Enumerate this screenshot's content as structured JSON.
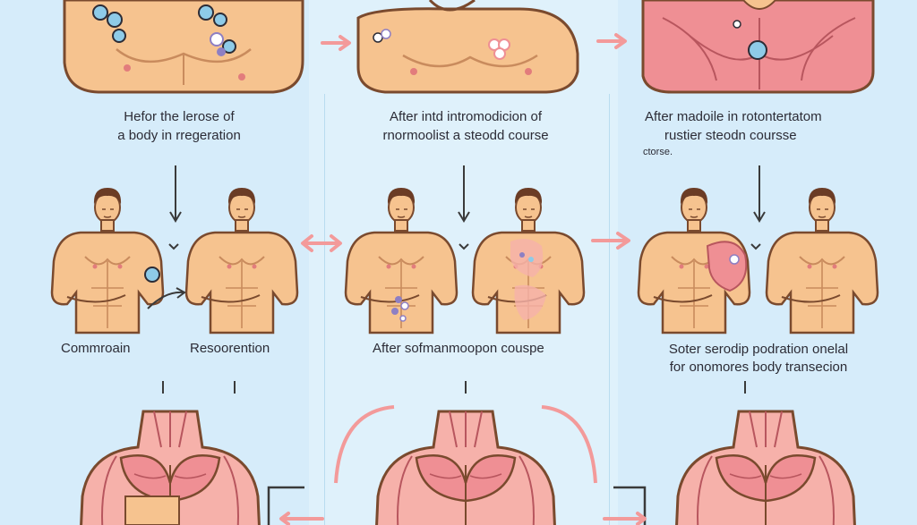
{
  "diagram": {
    "captions": {
      "top_1": [
        "Hefor the lerose of",
        "a body in rregeration"
      ],
      "top_2": [
        "After intd intromodicion of",
        "rnormoolist a steodd course"
      ],
      "top_3": [
        "After madoile in rotontertatom",
        "rustier steodn coursse",
        "ctorse."
      ]
    },
    "labels": {
      "mid_1": "Commroain",
      "mid_2": "Resoorention",
      "mid_3": "After sofmanmoopon couspe",
      "mid_4": [
        "Soter serodip podration onelal",
        "for onomores body transecion"
      ]
    },
    "colors": {
      "skin": "#f6c38f",
      "skin_outline": "#7a4a2e",
      "muscle": "#ef8f94",
      "muscle_light": "#f6b1aa",
      "arrow": "#f39a9a",
      "bubble": "#8ecbe8",
      "bubble_purple": "#8e7fc3",
      "hair": "#6b3c25",
      "background": "#dff1fb"
    }
  }
}
